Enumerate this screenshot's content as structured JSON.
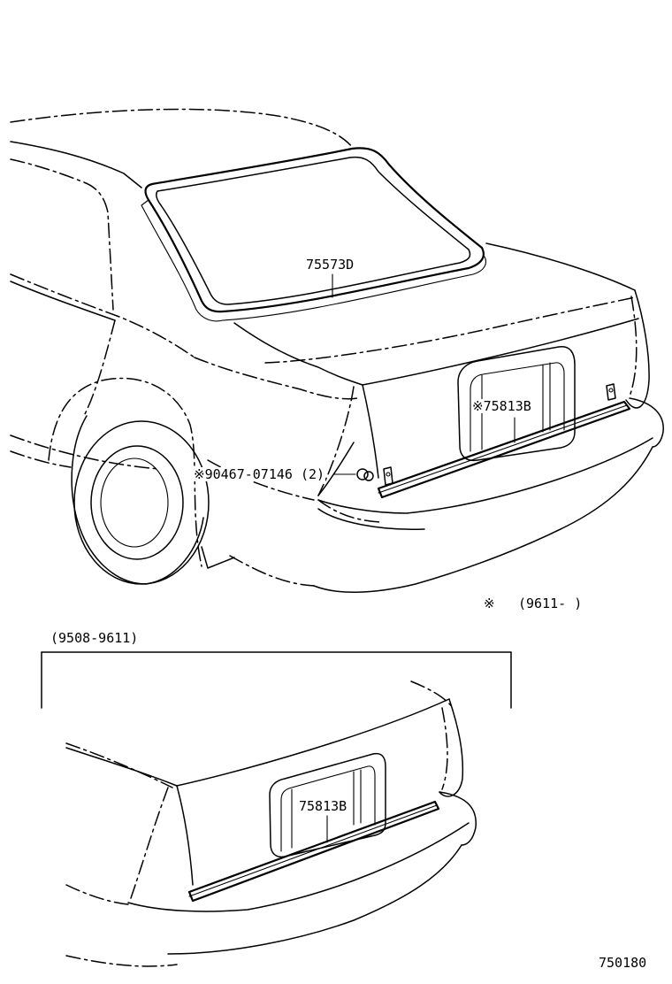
{
  "parts": {
    "rear_window_weatherstrip": "75573D",
    "back_door_garnish_main": "※75813B",
    "clip": "※90467-07146 (2)",
    "back_door_garnish_inset": "75813B"
  },
  "notes": {
    "applicability_marker": "※",
    "applicability_range": "(9611-     )",
    "inset_range": "(9508-9611)"
  },
  "diagram_code": "750180"
}
